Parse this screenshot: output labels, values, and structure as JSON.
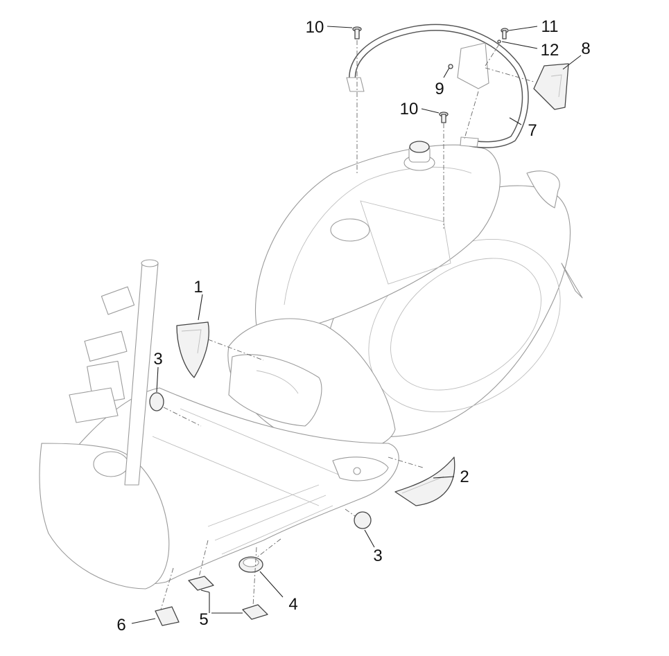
{
  "callouts": [
    {
      "id": "c1",
      "label": "1"
    },
    {
      "id": "c2",
      "label": "2"
    },
    {
      "id": "c3a",
      "label": "3"
    },
    {
      "id": "c3b",
      "label": "3"
    },
    {
      "id": "c4",
      "label": "4"
    },
    {
      "id": "c5",
      "label": "5"
    },
    {
      "id": "c6",
      "label": "6"
    },
    {
      "id": "c7",
      "label": "7"
    },
    {
      "id": "c8",
      "label": "8"
    },
    {
      "id": "c9",
      "label": "9"
    },
    {
      "id": "c10a",
      "label": "10"
    },
    {
      "id": "c10b",
      "label": "10"
    },
    {
      "id": "c11",
      "label": "11"
    },
    {
      "id": "c12",
      "label": "12"
    }
  ]
}
